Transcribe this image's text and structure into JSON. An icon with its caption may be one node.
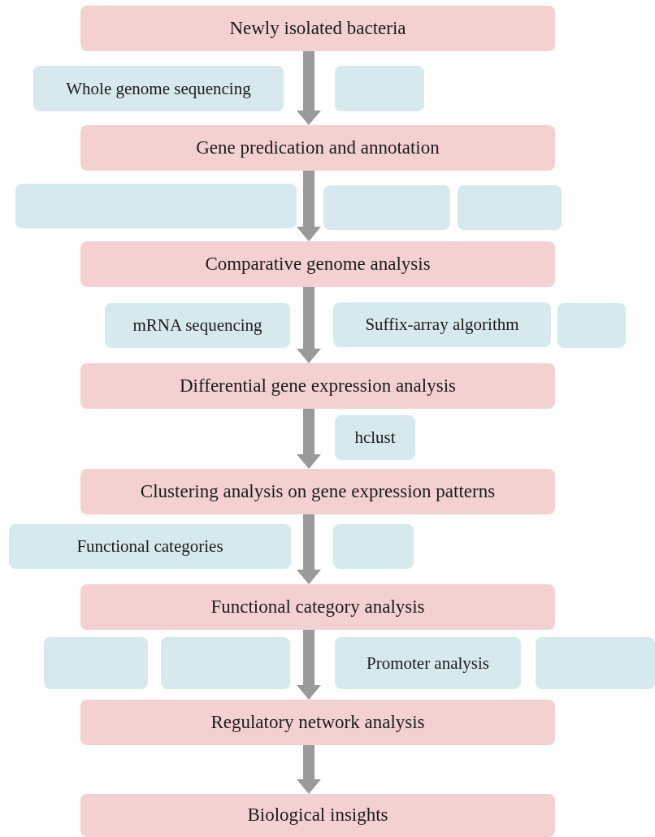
{
  "diagram": {
    "nodes": [
      {
        "text": [
          "Newly isolated bacteria"
        ]
      },
      {
        "text": [
          "Whole genome sequencing"
        ]
      },
      {
        "text": [],
        "shape": "box"
      },
      {
        "text": [
          "Gene predication and annotation"
        ]
      },
      {
        "text": [],
        "shape": "box"
      },
      {
        "text": [],
        "shape": "box"
      },
      {
        "text": [],
        "shape": "box"
      },
      {
        "text": [
          "Comparative genome analysis"
        ]
      },
      {
        "text": [
          "mRNA sequencing"
        ]
      },
      {
        "text": [
          "Suffix-array algorithm"
        ]
      },
      {
        "text": [],
        "shape": "box"
      },
      {
        "text": [
          "Differential gene expression analysis"
        ]
      },
      {
        "text": [
          "hclust"
        ]
      },
      {
        "text": [
          "Clustering analysis on gene expression patterns"
        ]
      },
      {
        "text": [
          "Functional categories"
        ]
      },
      {
        "text": [],
        "shape": "box"
      },
      {
        "text": [
          "Functional category analysis"
        ]
      },
      {
        "text": [],
        "shape": "box"
      },
      {
        "text": [],
        "shape": "box"
      },
      {
        "text": [
          "Promoter analysis"
        ]
      },
      {
        "text": [],
        "shape": "box"
      },
      {
        "text": [
          "Regulatory network analysis"
        ]
      },
      {
        "text": [
          "Biological insights"
        ]
      }
    ],
    "edges": [
      {
        "from": 0,
        "to": 3,
        "arrow": "to"
      },
      {
        "from": 3,
        "to": 7,
        "arrow": "to"
      },
      {
        "from": 7,
        "to": 11,
        "arrow": "to"
      },
      {
        "from": 11,
        "to": 13,
        "arrow": "to"
      },
      {
        "from": 13,
        "to": 16,
        "arrow": "to"
      },
      {
        "from": 16,
        "to": 21,
        "arrow": "to"
      },
      {
        "from": 21,
        "to": 22,
        "arrow": "to"
      }
    ]
  }
}
